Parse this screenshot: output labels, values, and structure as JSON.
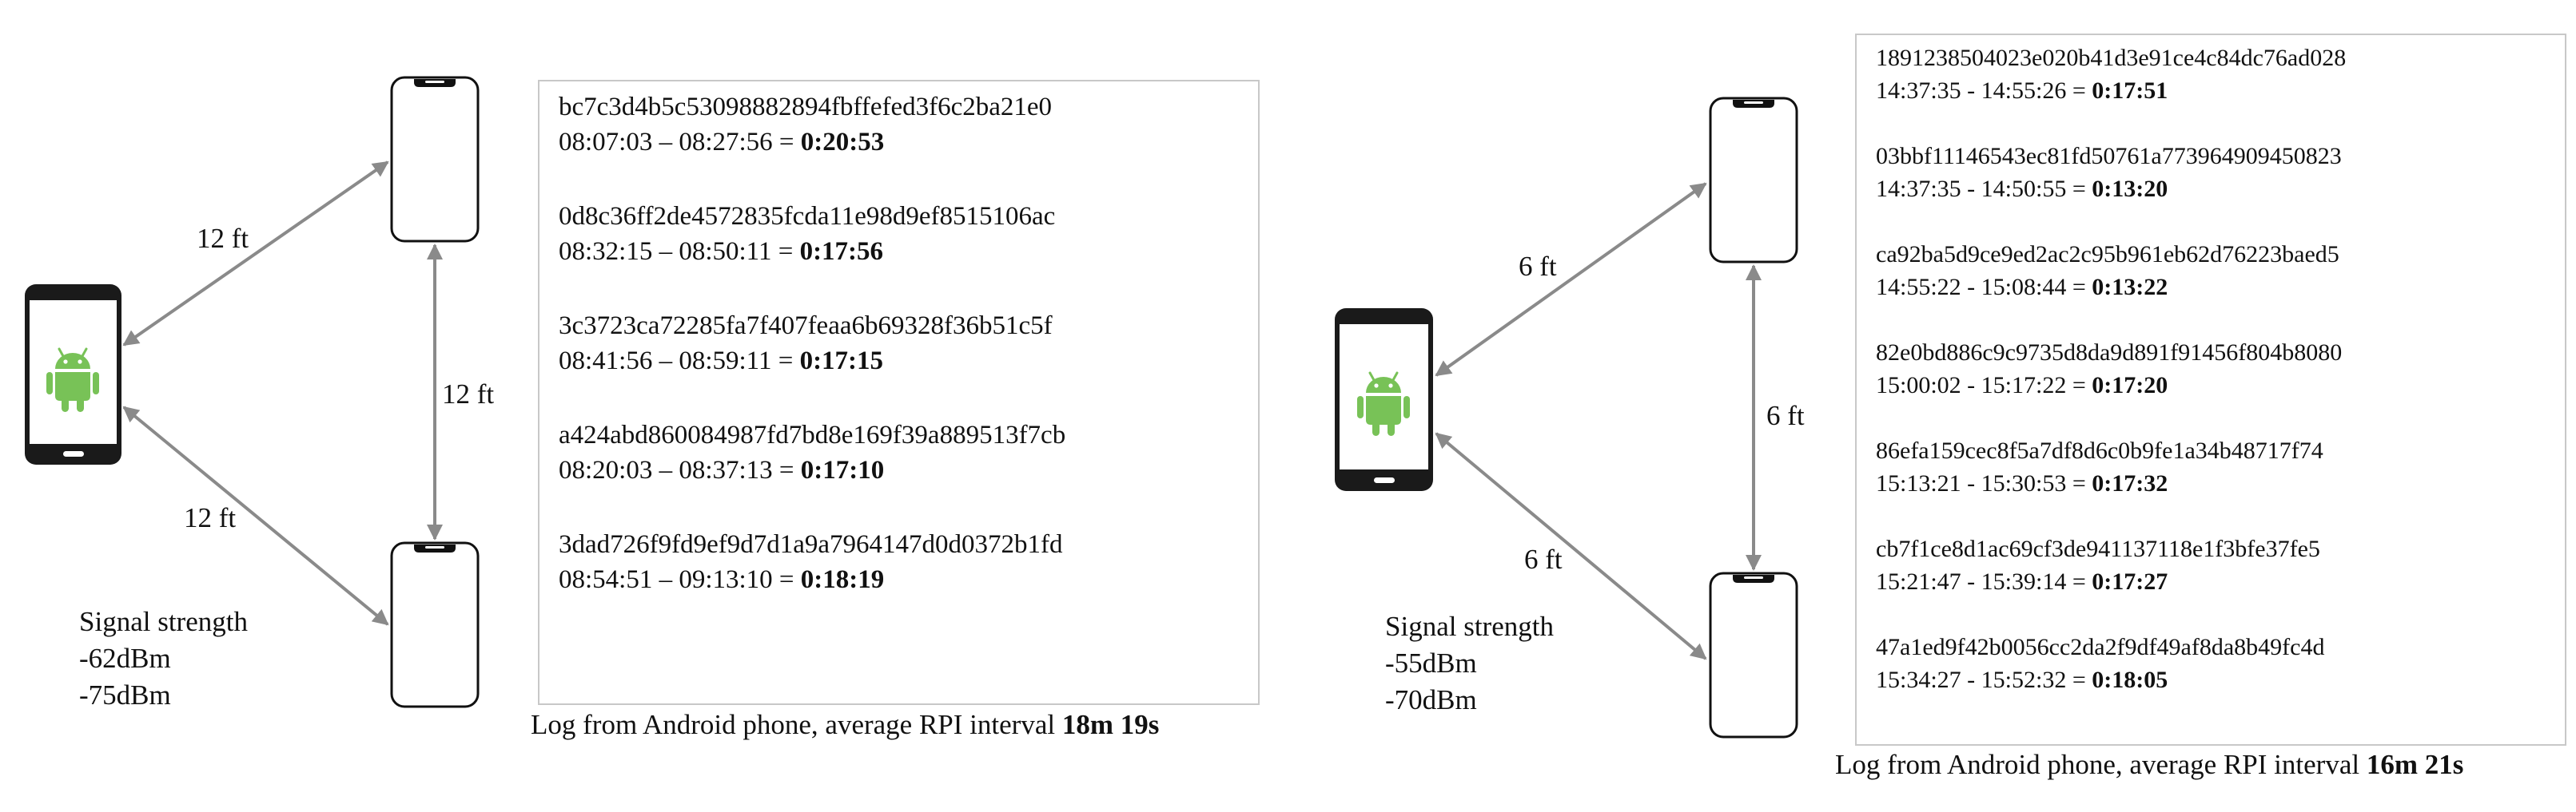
{
  "left_panel": {
    "distances": {
      "top": "12 ft",
      "bottom": "12 ft",
      "vertical": "12 ft"
    },
    "signal": {
      "label": "Signal strength",
      "values": [
        "-62dBm",
        "-75dBm"
      ]
    },
    "log_entries": [
      {
        "hash": "bc7c3d4b5c53098882894fbffefed3f6c2ba21e0",
        "range": "08:07:03 – 08:27:56 = ",
        "duration": "0:20:53"
      },
      {
        "hash": "0d8c36ff2de4572835fcda11e98d9ef8515106ac",
        "range": "08:32:15 – 08:50:11 = ",
        "duration": "0:17:56"
      },
      {
        "hash": "3c3723ca72285fa7f407feaa6b69328f36b51c5f",
        "range": "08:41:56 – 08:59:11 = ",
        "duration": "0:17:15"
      },
      {
        "hash": "a424abd860084987fd7bd8e169f39a889513f7cb",
        "range": "08:20:03 – 08:37:13 = ",
        "duration": "0:17:10"
      },
      {
        "hash": "3dad726f9fd9ef9d7d1a9a7964147d0d0372b1fd",
        "range": "08:54:51 – 09:13:10 = ",
        "duration": "0:18:19"
      }
    ],
    "caption": {
      "text": "Log from Android phone, average RPI interval ",
      "value": "18m 19s"
    }
  },
  "right_panel": {
    "distances": {
      "top": "6 ft",
      "bottom": "6 ft",
      "vertical": "6 ft"
    },
    "signal": {
      "label": "Signal strength",
      "values": [
        "-55dBm",
        "-70dBm"
      ]
    },
    "log_entries": [
      {
        "hash": "1891238504023e020b41d3e91ce4c84dc76ad028",
        "range": "14:37:35 - 14:55:26 = ",
        "duration": "0:17:51"
      },
      {
        "hash": "03bbf11146543ec81fd50761a773964909450823",
        "range": "14:37:35 - 14:50:55 = ",
        "duration": "0:13:20"
      },
      {
        "hash": "ca92ba5d9ce9ed2ac2c95b961eb62d76223baed5",
        "range": "14:55:22 - 15:08:44 = ",
        "duration": "0:13:22"
      },
      {
        "hash": "82e0bd886c9c9735d8da9d891f91456f804b8080",
        "range": "15:00:02 - 15:17:22 = ",
        "duration": "0:17:20"
      },
      {
        "hash": "86efa159cec8f5a7df8d6c0b9fe1a34b48717f74",
        "range": "15:13:21 - 15:30:53 = ",
        "duration": "0:17:32"
      },
      {
        "hash": "cb7f1ce8d1ac69cf3de941137118e1f3bfe37fe5",
        "range": "15:21:47 - 15:39:14 = ",
        "duration": "0:17:27"
      },
      {
        "hash": "47a1ed9f42b0056cc2da2f9df49af8da8b49fc4d",
        "range": "15:34:27 - 15:52:32 = ",
        "duration": "0:18:05"
      }
    ],
    "caption": {
      "text": "Log from Android phone, average RPI interval ",
      "value": "16m 21s"
    }
  },
  "colors": {
    "arrow": "#8a8a8a",
    "android": "#78c257",
    "phone_outline": "#111111",
    "box_border": "#c8c8c8"
  }
}
